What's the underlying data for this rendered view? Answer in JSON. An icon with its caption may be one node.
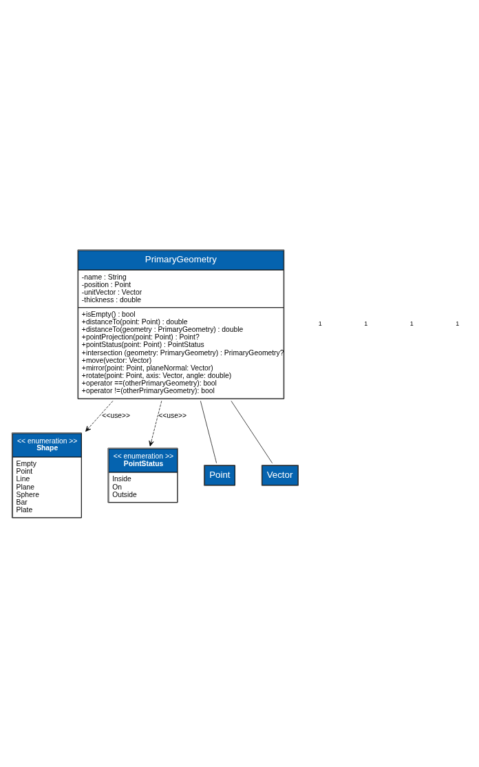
{
  "diagram": {
    "nodes": [
      {
        "text": [
          "PrimaryGeometry",
          "-name : String",
          "-position : Point",
          "-unitVector : Vector",
          "-thickness : double",
          "+isEmpty() : bool",
          "+distanceTo(point: Point) : double",
          "+distanceTo(geometry : PrimaryGeometry) : double",
          "+pointProjection(point: Point) : Point?",
          "+pointStatus(point: Point) : PointStatus",
          "+intersection (geometry: PrimaryGeometry) : PrimaryGeometry?",
          "+move(vector: Vector)",
          "+mirror(point: Point, planeNormal: Vector)",
          "+rotate(point: Point, axis: Vector, angle: double)",
          "+operator ==(otherPrimaryGeometry): bool",
          "+operator !=(otherPrimaryGeometry): bool"
        ]
      },
      {
        "text": [
          "<< enumeration >>",
          "Shape",
          "Empty",
          "Point",
          "Line",
          "Plane",
          "Sphere",
          "Bar",
          "Plate"
        ]
      },
      {
        "text": [
          "<< enumeration >>",
          "PointStatus",
          "Inside",
          "On",
          "Outside"
        ]
      },
      {
        "text": [
          "Point"
        ]
      },
      {
        "text": [
          "Vector"
        ]
      }
    ],
    "edges": [
      {
        "from": 0,
        "to": 1,
        "arrow": "to",
        "style": "dashed",
        "label": "<<use>>"
      },
      {
        "from": 0,
        "to": 2,
        "arrow": "to",
        "style": "dashed",
        "label": "<<use>>"
      },
      {
        "from": 0,
        "to": 3,
        "arrow": "none"
      },
      {
        "from": 0,
        "to": 4,
        "arrow": "none"
      }
    ],
    "labels": [
      "1",
      "1",
      "1",
      "1"
    ]
  }
}
